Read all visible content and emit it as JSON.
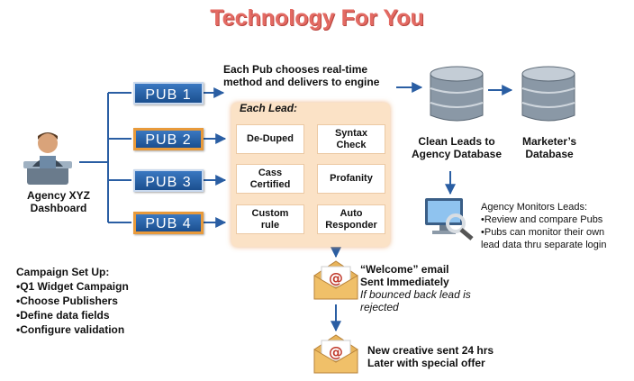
{
  "title": "Technology For You",
  "dashboard": {
    "label_line1": "Agency XYZ",
    "label_line2": "Dashboard"
  },
  "pubs": [
    "PUB 1",
    "PUB 2",
    "PUB 3",
    "PUB 4"
  ],
  "pub_note": {
    "line1": "Each Pub chooses real-time",
    "line2": "method and delivers to engine"
  },
  "each_lead": {
    "title": "Each Lead:",
    "rules": [
      {
        "line1": "De-Duped",
        "line2": ""
      },
      {
        "line1": "Syntax",
        "line2": "Check"
      },
      {
        "line1": "Cass",
        "line2": "Certified"
      },
      {
        "line1": "Profanity",
        "line2": ""
      },
      {
        "line1": "Custom",
        "line2": "rule"
      },
      {
        "line1": "Auto",
        "line2": "Responder"
      }
    ]
  },
  "databases": {
    "clean": {
      "line1": "Clean Leads to",
      "line2": "Agency Database"
    },
    "marketer": {
      "line1": "Marketer’s",
      "line2": "Database"
    }
  },
  "monitor": {
    "heading": "Agency Monitors Leads:",
    "items": [
      "•Review and compare Pubs",
      "•Pubs can monitor their own",
      "lead data thru separate login"
    ]
  },
  "campaign_setup": {
    "heading": "Campaign Set Up:",
    "items": [
      "•Q1 Widget Campaign",
      "•Choose Publishers",
      "•Define data fields",
      "•Configure validation"
    ]
  },
  "welcome_email": {
    "line1": "“Welcome” email",
    "line2": "Sent Immediately",
    "note1": "If bounced back lead is",
    "note2": "rejected"
  },
  "new_creative": {
    "line1": "New creative sent 24 hrs",
    "line2": "Later with special offer"
  },
  "colors": {
    "title": "#e36a63",
    "pub_blue": "#2a64aa",
    "pub_orange_border": "#e89a3b",
    "panel": "#fbe2c6"
  }
}
